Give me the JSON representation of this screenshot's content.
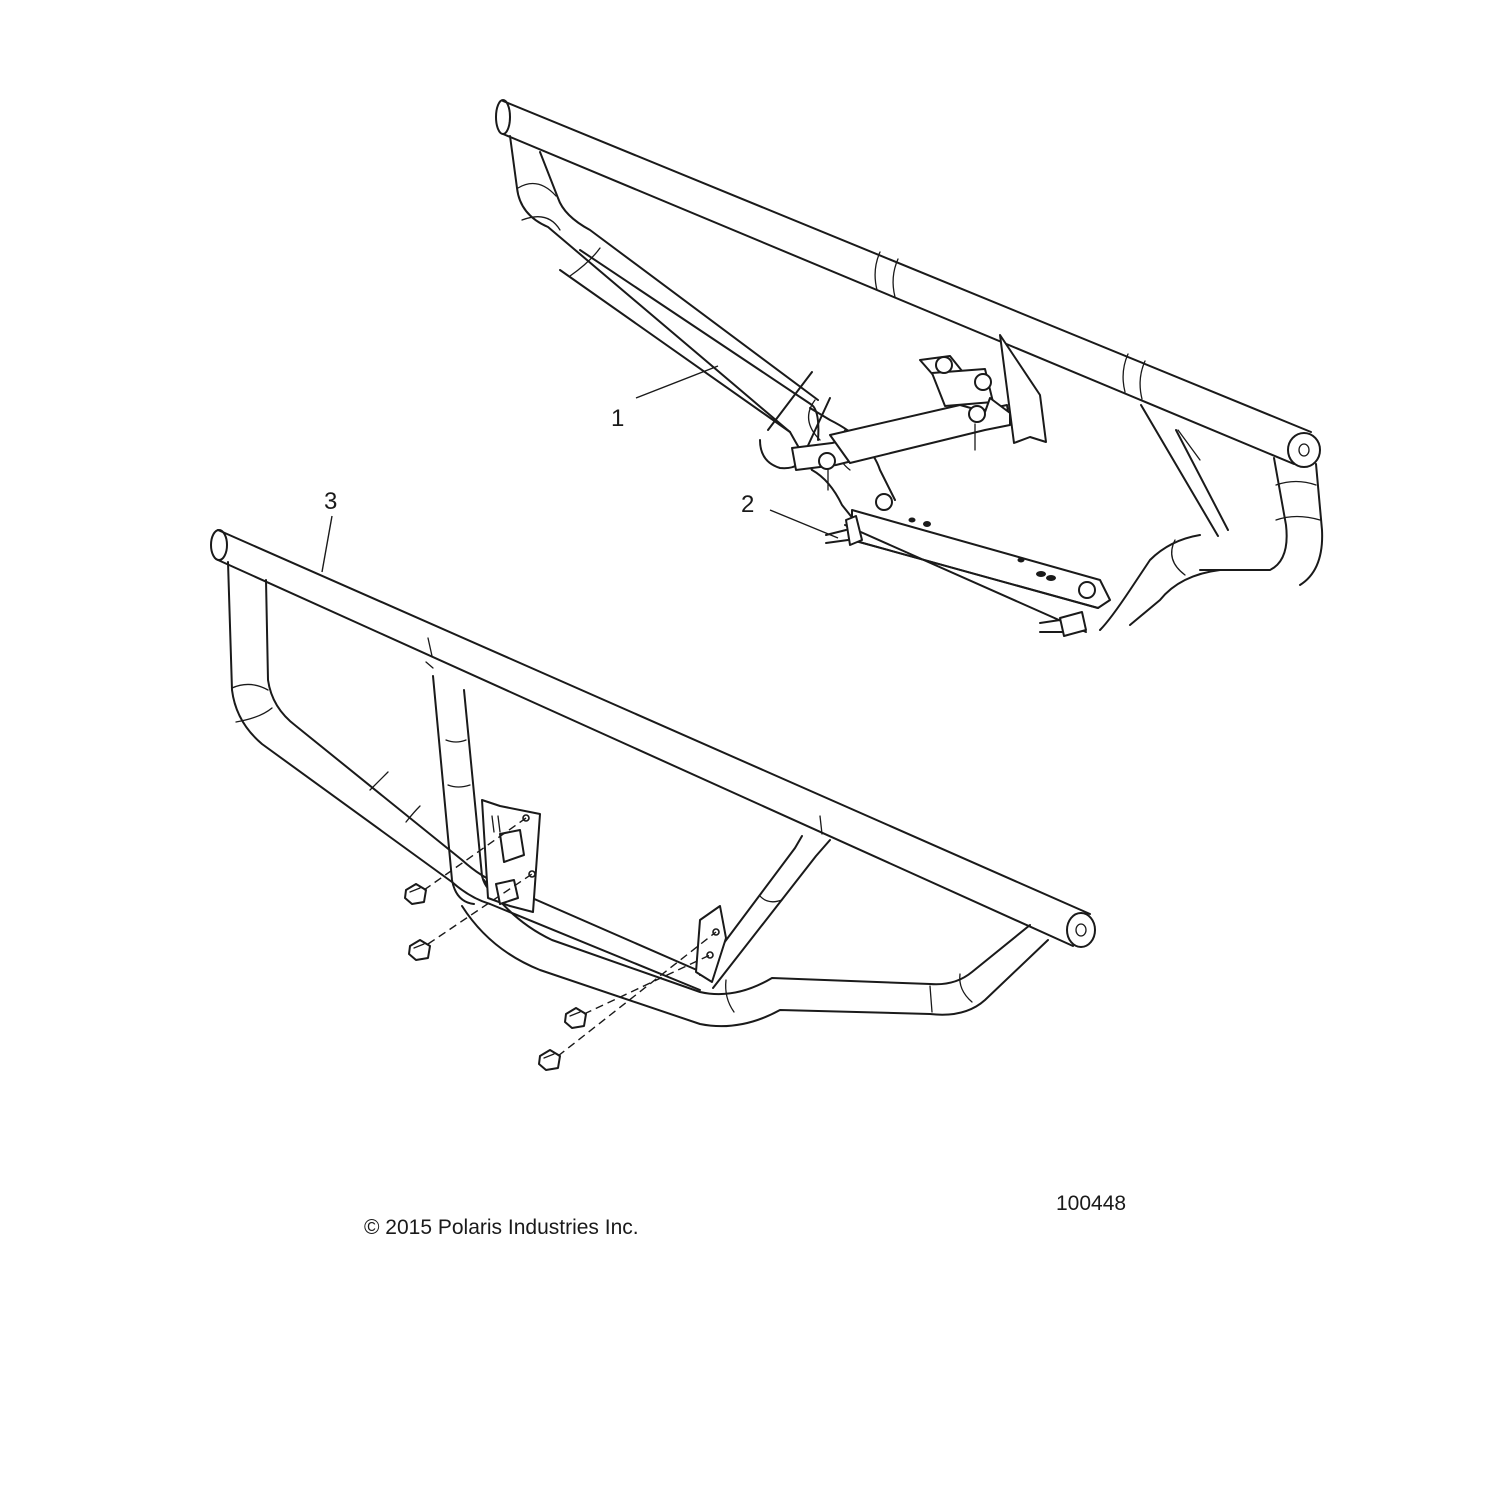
{
  "diagram": {
    "callouts": [
      {
        "label": "1",
        "part": "front bumper assembly"
      },
      {
        "label": "2",
        "part": "mounting bracket with studs"
      },
      {
        "label": "3",
        "part": "rear bumper assembly"
      }
    ],
    "copyright": "© 2015 Polaris Industries Inc.",
    "figure_number": "100448",
    "colors": {
      "line": "#1a1a1a",
      "background": "#ffffff"
    }
  }
}
